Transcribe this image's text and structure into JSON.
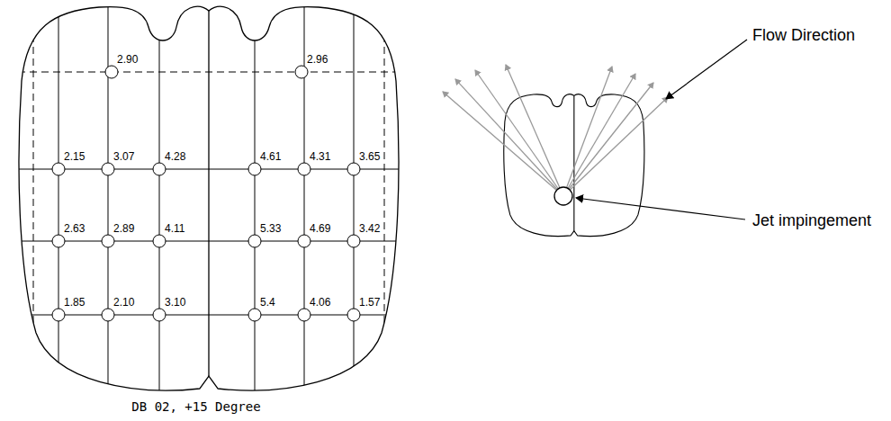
{
  "diagram": {
    "caption": "DB 02, +15 Degree",
    "labels": [
      "2.90",
      "2.96",
      "2.15",
      "3.07",
      "4.28",
      "4.61",
      "4.31",
      "3.65",
      "2.63",
      "2.89",
      "4.11",
      "5.33",
      "4.69",
      "3.42",
      "1.85",
      "2.10",
      "3.10",
      "5.4",
      "4.06",
      "1.57",
      "Flow Direction",
      "Jet impingement"
    ]
  }
}
